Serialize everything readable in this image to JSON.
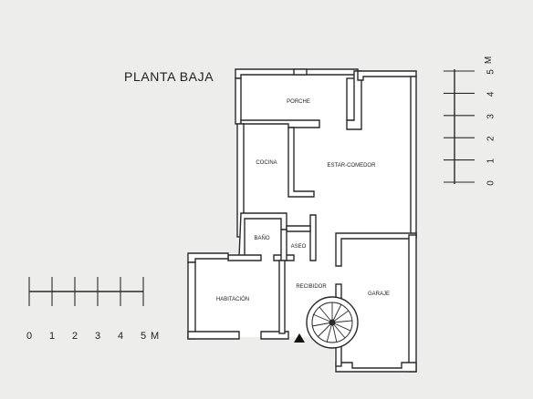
{
  "title": "PLANTA BAJA",
  "rooms": {
    "porche": "PORCHE",
    "cocina": "COCINA",
    "estar_comedor": "ESTAR-COMEDOR",
    "bano": "BAÑO",
    "aseo": "ASEO",
    "recibidor": "RECIBIDOR",
    "habitacion": "HABITACIÓN",
    "garaje": "GARAJE"
  },
  "scale_horizontal": {
    "labels": [
      "0",
      "1",
      "2",
      "3",
      "4",
      "5"
    ],
    "unit": "M"
  },
  "scale_vertical": {
    "labels": [
      "0",
      "1",
      "2",
      "3",
      "4",
      "5"
    ],
    "unit": "M"
  },
  "colors": {
    "background": "#ededeb",
    "ink": "#2a2a2a",
    "floor": "#ffffff"
  },
  "icons": {
    "entrance": "entrance-arrow-icon",
    "stair": "spiral-staircase-icon"
  }
}
